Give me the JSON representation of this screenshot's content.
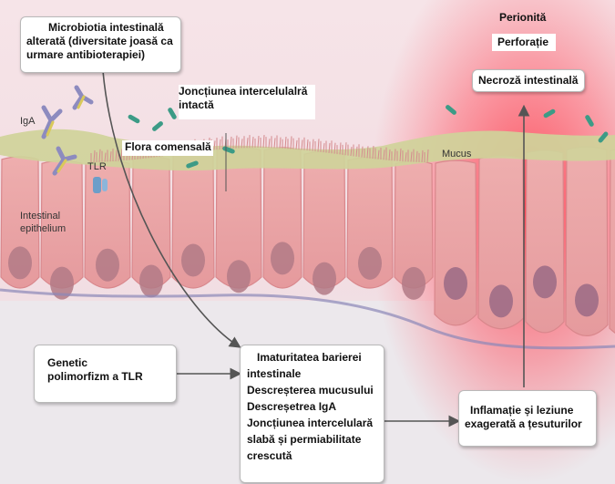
{
  "top_left_box": {
    "line1": "Microbiotia intestinală",
    "line2": "alterată (diversitate joasă ca",
    "line3": "urmare antibioterapiei)"
  },
  "junction_label": {
    "line1": "Joncțiunea intercelulalră",
    "line2": "intactă"
  },
  "flora_label": "Flora comensală",
  "tissue_labels": {
    "iga": "IgA",
    "tlr": "TLR",
    "epithelium_line1": "Intestinal",
    "epithelium_line2": "epithelium",
    "mucus": "Mucus"
  },
  "outcomes": {
    "peritonitis": "Perionită",
    "perforation": "Perforație",
    "necrosis": "Necroză intestinală"
  },
  "genetic_box": {
    "line1": "Genetic",
    "line2": "polimorfizm a TLR"
  },
  "immaturity_box": {
    "line1": "Imaturitatea barierei",
    "line2": "intestinale",
    "line3": "Descreșterea mucusului",
    "line4": "Descreșetrea IgA",
    "line5": "Joncțiunea intercelulară",
    "line6": "slabă și permiabilitate",
    "line7": "crescută"
  },
  "inflammation_box": {
    "line1": "Inflamație și leziune",
    "line2": "exagerată a țesuturilor"
  },
  "colors": {
    "cell_fill": "#e9a3a3",
    "nucleus": "#b27a86",
    "mucus": "#cfd29a",
    "inflamed": "#ff3040",
    "arrow": "#555555"
  }
}
